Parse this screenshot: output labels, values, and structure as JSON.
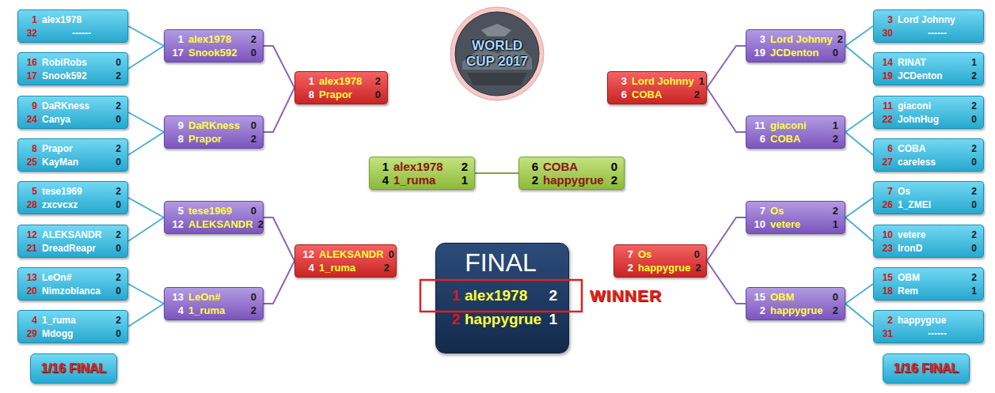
{
  "diagram": {
    "nodes": [
      {
        "text": [
          "1",
          "alex1978",
          "32",
          "------"
        ]
      },
      {
        "text": [
          "16",
          "RobiRobs",
          "0",
          "17",
          "Snook592",
          "2"
        ]
      },
      {
        "text": [
          "9",
          "DaRKness",
          "2",
          "24",
          "Canya",
          "0"
        ]
      },
      {
        "text": [
          "8",
          "Prapor",
          "2",
          "25",
          "KayMan",
          "0"
        ]
      },
      {
        "text": [
          "5",
          "tese1969",
          "2",
          "28",
          "zxcvcxz",
          "0"
        ]
      },
      {
        "text": [
          "12",
          "ALEKSANDR",
          "2",
          "21",
          "DreadReapr",
          "0"
        ]
      },
      {
        "text": [
          "13",
          "LeOn#",
          "2",
          "20",
          "Nimzoblanca",
          "0"
        ]
      },
      {
        "text": [
          "4",
          "1_ruma",
          "2",
          "29",
          "Mdogg",
          "0"
        ]
      },
      {
        "text": [
          "1",
          "alex1978",
          "2",
          "17",
          "Snook592",
          "0"
        ]
      },
      {
        "text": [
          "9",
          "DaRKness",
          "0",
          "8",
          "Prapor",
          "2"
        ]
      },
      {
        "text": [
          "5",
          "tese1969",
          "0",
          "12",
          "ALEKSANDR",
          "2"
        ]
      },
      {
        "text": [
          "13",
          "LeOn#",
          "0",
          "4",
          "1_ruma",
          "2"
        ]
      },
      {
        "text": [
          "1",
          "alex1978",
          "2",
          "8",
          "Prapor",
          "0"
        ]
      },
      {
        "text": [
          "12",
          "ALEKSANDR",
          "0",
          "4",
          "1_ruma",
          "2"
        ]
      },
      {
        "text": [
          "WORLD CUP 2017"
        ]
      },
      {
        "text": [
          "1",
          "alex1978",
          "2",
          "4",
          "1_ruma",
          "1"
        ]
      },
      {
        "text": [
          "6",
          "COBA",
          "0",
          "2",
          "happygrue",
          "2"
        ]
      },
      {
        "text": [
          "FINAL",
          "1",
          "alex1978",
          "2",
          "2",
          "happygrue",
          "1"
        ]
      },
      {
        "text": [
          "3",
          "Lord Johnny",
          "1",
          "6",
          "COBA",
          "2"
        ]
      },
      {
        "text": [
          "7",
          "Os",
          "0",
          "2",
          "happygrue",
          "2"
        ]
      },
      {
        "text": [
          "3",
          "Lord Johnny",
          "2",
          "19",
          "JCDenton",
          "0"
        ]
      },
      {
        "text": [
          "11",
          "giaconi",
          "1",
          "6",
          "COBA",
          "2"
        ]
      },
      {
        "text": [
          "7",
          "Os",
          "2",
          "10",
          "vetere",
          "1"
        ]
      },
      {
        "text": [
          "15",
          "OBM",
          "0",
          "2",
          "happygrue",
          "2"
        ]
      },
      {
        "text": [
          "3",
          "Lord Johnny",
          "30",
          "------"
        ]
      },
      {
        "text": [
          "14",
          "RINAT",
          "1",
          "19",
          "JCDenton",
          "2"
        ]
      },
      {
        "text": [
          "11",
          "giaconi",
          "2",
          "22",
          "JohnHug",
          "0"
        ]
      },
      {
        "text": [
          "6",
          "COBA",
          "2",
          "27",
          "careless",
          "0"
        ]
      },
      {
        "text": [
          "7",
          "Os",
          "2",
          "26",
          "1_ZMEI",
          "0"
        ]
      },
      {
        "text": [
          "10",
          "vetere",
          "2",
          "23",
          "IronD",
          "0"
        ]
      },
      {
        "text": [
          "15",
          "OBM",
          "2",
          "18",
          "Rem",
          "1"
        ]
      },
      {
        "text": [
          "2",
          "happygrue",
          "31",
          "------"
        ]
      },
      {
        "text": [
          "1/16 FINAL"
        ]
      },
      {
        "text": [
          "1/16 FINAL"
        ]
      }
    ],
    "edges": [
      {
        "from": 0,
        "to": 8,
        "arrow": "none"
      },
      {
        "from": 1,
        "to": 8,
        "arrow": "none"
      },
      {
        "from": 2,
        "to": 9,
        "arrow": "none"
      },
      {
        "from": 3,
        "to": 9,
        "arrow": "none"
      },
      {
        "from": 4,
        "to": 10,
        "arrow": "none"
      },
      {
        "from": 5,
        "to": 10,
        "arrow": "none"
      },
      {
        "from": 6,
        "to": 11,
        "arrow": "none"
      },
      {
        "from": 7,
        "to": 11,
        "arrow": "none"
      },
      {
        "from": 8,
        "to": 12,
        "arrow": "none"
      },
      {
        "from": 9,
        "to": 12,
        "arrow": "none"
      },
      {
        "from": 10,
        "to": 13,
        "arrow": "none"
      },
      {
        "from": 11,
        "to": 13,
        "arrow": "none"
      },
      {
        "from": 15,
        "to": 16,
        "arrow": "none"
      },
      {
        "from": 24,
        "to": 20,
        "arrow": "none"
      },
      {
        "from": 25,
        "to": 20,
        "arrow": "none"
      },
      {
        "from": 26,
        "to": 21,
        "arrow": "none"
      },
      {
        "from": 27,
        "to": 21,
        "arrow": "none"
      },
      {
        "from": 28,
        "to": 22,
        "arrow": "none"
      },
      {
        "from": 29,
        "to": 22,
        "arrow": "none"
      },
      {
        "from": 30,
        "to": 23,
        "arrow": "none"
      },
      {
        "from": 31,
        "to": 23,
        "arrow": "none"
      },
      {
        "from": 20,
        "to": 18,
        "arrow": "none"
      },
      {
        "from": 21,
        "to": 18,
        "arrow": "none"
      },
      {
        "from": 22,
        "to": 19,
        "arrow": "none"
      },
      {
        "from": 23,
        "to": 19,
        "arrow": "none"
      }
    ],
    "labels": [
      "WINNER"
    ]
  }
}
